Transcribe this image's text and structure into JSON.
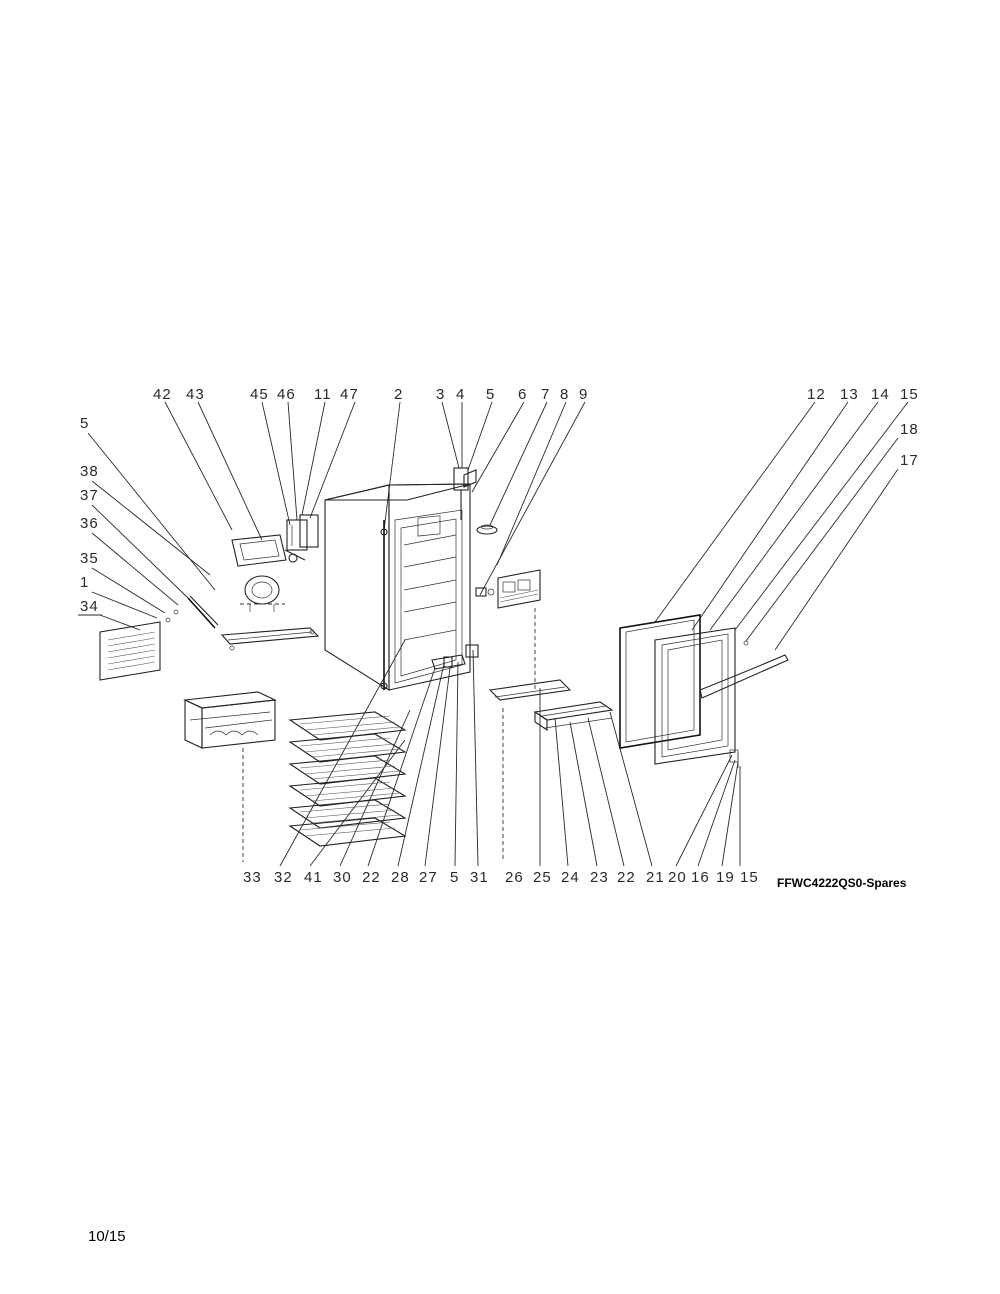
{
  "diagram_label": "FFWC4222QS0-Spares",
  "page_number": "10/15",
  "callouts": {
    "c42": "42",
    "c43": "43",
    "c45": "45",
    "c46": "46",
    "c11": "11",
    "c47": "47",
    "c2": "2",
    "c3": "3",
    "c4": "4",
    "c5a": "5",
    "c6": "6",
    "c7": "7",
    "c8": "8",
    "c9": "9",
    "c12": "12",
    "c13": "13",
    "c14": "14",
    "c15a": "15",
    "c18": "18",
    "c17": "17",
    "c5b": "5",
    "c38": "38",
    "c37": "37",
    "c36": "36",
    "c35": "35",
    "c1": "1",
    "c34": "34",
    "c33": "33",
    "c32": "32",
    "c41": "41",
    "c30": "30",
    "c22a": "22",
    "c28": "28",
    "c27": "27",
    "c5c": "5",
    "c31": "31",
    "c26": "26",
    "c25": "25",
    "c24": "24",
    "c23": "23",
    "c22b": "22",
    "c21": "21",
    "c20": "20",
    "c16": "16",
    "c19": "19",
    "c15b": "15"
  }
}
